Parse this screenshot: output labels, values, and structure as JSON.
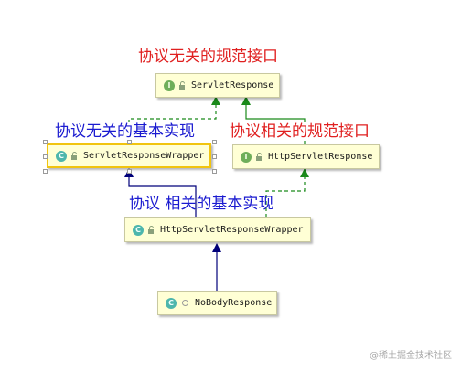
{
  "diagram": {
    "nodes": {
      "servlet_response": {
        "name": "ServletResponse",
        "kind": "I"
      },
      "servlet_response_wrapper": {
        "name": "ServletResponseWrapper",
        "kind": "C"
      },
      "http_servlet_response": {
        "name": "HttpServletResponse",
        "kind": "I"
      },
      "http_servlet_response_wrapper": {
        "name": "HttpServletResponseWrapper",
        "kind": "C"
      },
      "no_body_response": {
        "name": "NoBodyResponse",
        "kind": "C"
      }
    },
    "annotations": {
      "top": "协议无关的规范接口",
      "left": "协议无关的基本实现",
      "right": "协议相关的规范接口",
      "middle": "协议 相关的基本实现"
    },
    "colors": {
      "implements_arrow": "#1a8a1a",
      "extends_arrow": "#00007a",
      "annotation_red": "#e02020",
      "annotation_blue": "#1a1ad0",
      "node_fill": "#ffffd5",
      "selected_border": "#f1c40f"
    }
  },
  "watermark": "@稀土掘金技术社区"
}
